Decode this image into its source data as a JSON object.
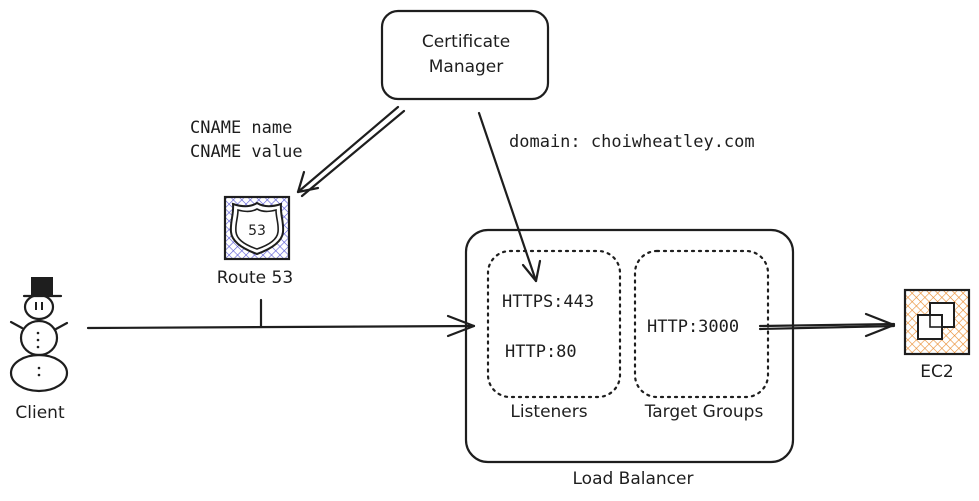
{
  "certificate_manager": {
    "line1": "Certificate",
    "line2": "Manager"
  },
  "cname": {
    "name": "CNAME name",
    "value": "CNAME value"
  },
  "domain_label": "domain: choiwheatley.com",
  "route53": {
    "badge": "53",
    "label": "Route 53",
    "icon": "route53-shield-icon",
    "color": "#5b5bd6"
  },
  "client": {
    "label": "Client",
    "icon": "snowman-icon"
  },
  "load_balancer": {
    "label": "Load Balancer",
    "listeners": {
      "label": "Listeners",
      "ports": [
        "HTTPS:443",
        "HTTP:80"
      ]
    },
    "target_groups": {
      "label": "Target Groups",
      "ports": [
        "HTTP:3000"
      ]
    }
  },
  "ec2": {
    "label": "EC2",
    "icon": "ec2-instance-icon",
    "color": "#e8892b"
  }
}
